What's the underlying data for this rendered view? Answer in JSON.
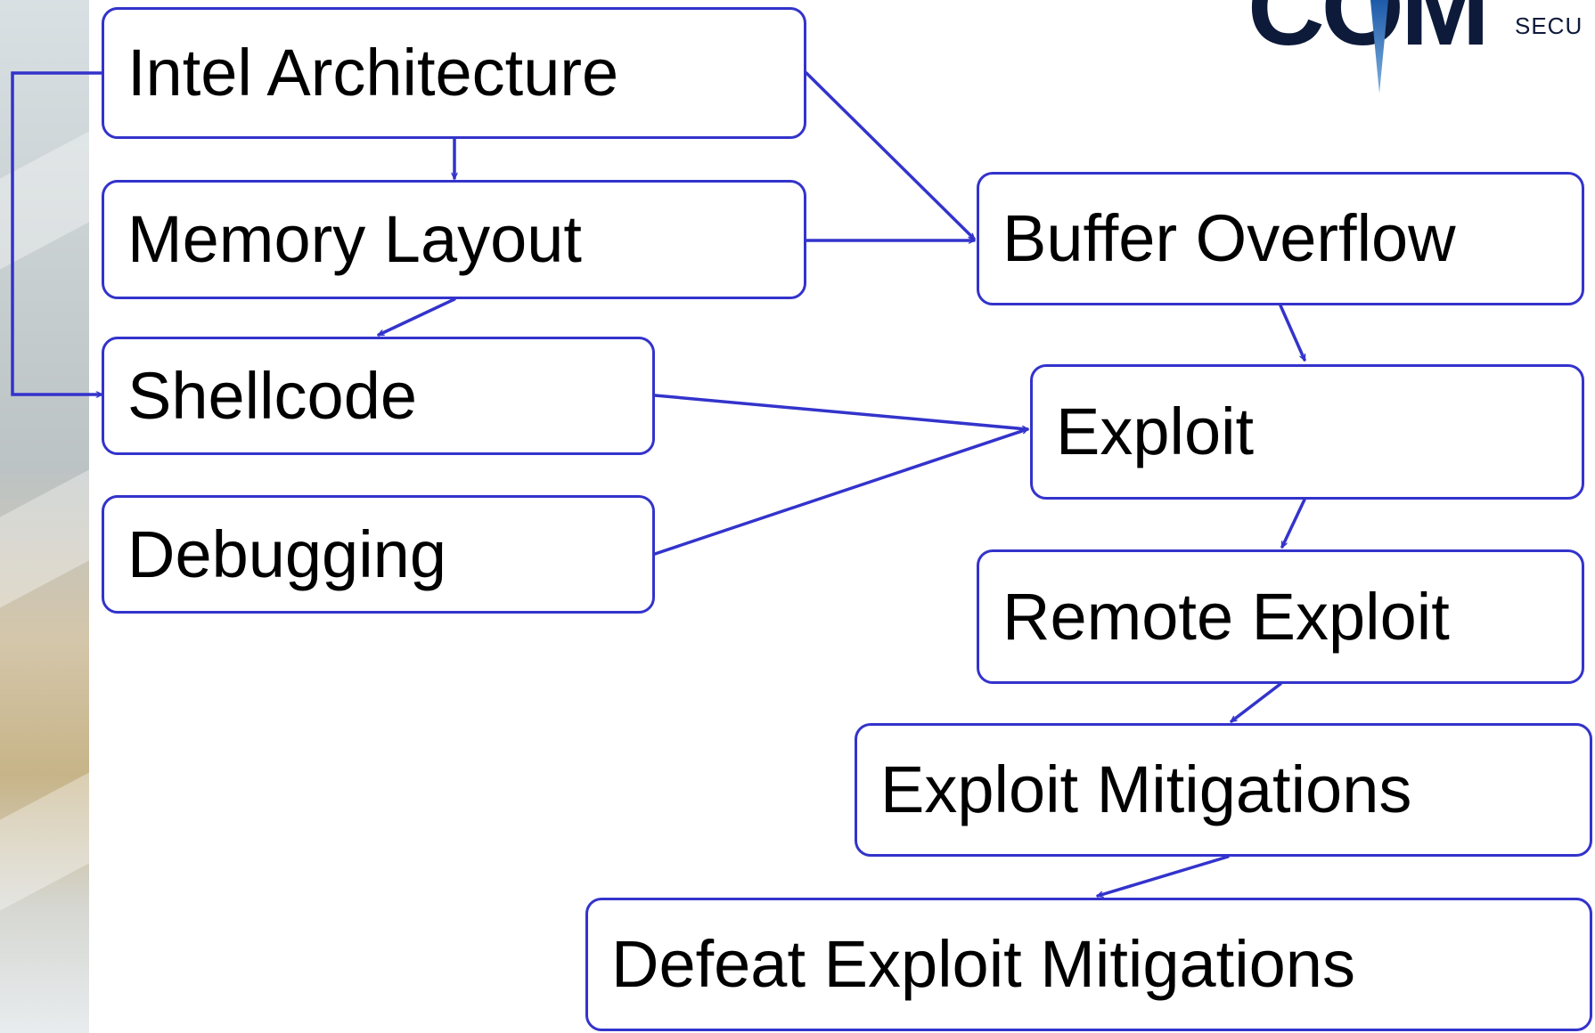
{
  "nodes": {
    "intel": "Intel Architecture",
    "memory": "Memory Layout",
    "shellcode": "Shellcode",
    "debugging": "Debugging",
    "buffer_overflow": "Buffer Overflow",
    "exploit": "Exploit",
    "remote_exploit": "Remote Exploit",
    "exploit_mitigations": "Exploit Mitigations",
    "defeat_mitigations": "Defeat Exploit Mitigations"
  },
  "logo": {
    "letters": "COM",
    "suffix": "SECU"
  },
  "colors": {
    "edge": "#3333cc",
    "node_border": "#3333cc"
  }
}
